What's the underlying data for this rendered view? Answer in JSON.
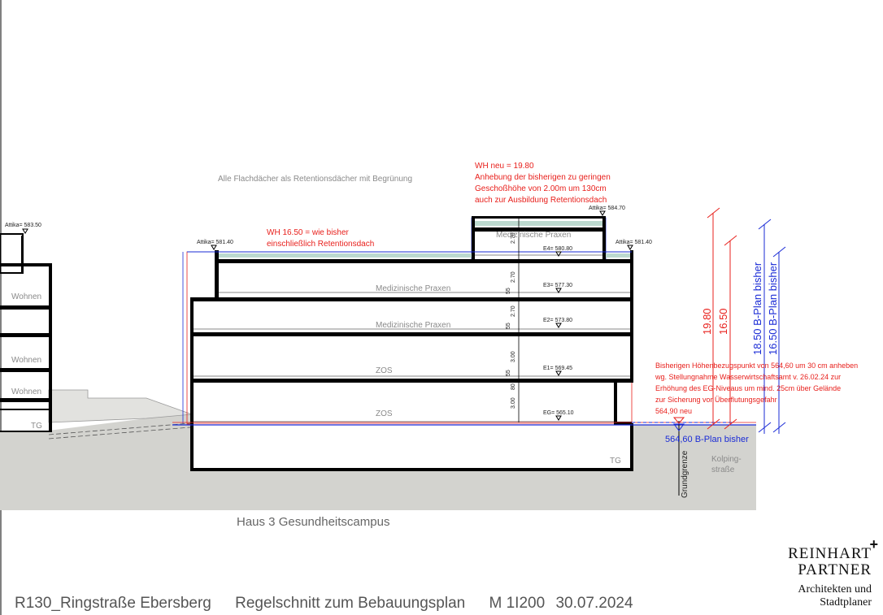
{
  "notes": {
    "roofs": "Alle Flachdächer als Retentionsdächer mit Begrünung",
    "wh_new_1": "WH neu = 19.80",
    "wh_new_2": "Anhebung der bisherigen zu geringen",
    "wh_new_3": "Geschoßhöhe von 2.00m um 130cm",
    "wh_new_4": "auch zur Ausbildung Retentionsdach",
    "wh_old_1": "WH 16.50 = wie bisher",
    "wh_old_2": "einschließlich Retentionsdach",
    "ref_1": "Bisherigen Höhenbezugspunkt von 564,60 um 30 cm anheben",
    "ref_2": "wg. Stellungnahme Wasserwirtschaftsamt v. 26.02.24 zur",
    "ref_3": "Erhöhung des EG-Niveaus um mind. 25cm über Gelände",
    "ref_4": "zur Sicherung vor Überflutungsgefahr",
    "ref_5": "564,90 neu"
  },
  "levels": {
    "attika_left": "Attika= 583.50",
    "attika_mid_left": "Attika= 581.40",
    "attika_top": "Attika= 584.70",
    "attika_right": "Attika= 581.40",
    "e4": "E4= 580.80",
    "e3": "E3= 577.30",
    "e2": "E2= 573.80",
    "e1": "E1= 569.45",
    "eg": "EG= 565.10"
  },
  "rooms": {
    "wohnen_1": "Wohnen",
    "wohnen_2": "Wohnen",
    "wohnen_3": "Wohnen",
    "tg_left": "TG",
    "praxen_top": "Medizinische Praxen",
    "praxen_3": "Medizinische Praxen",
    "praxen_2": "Medizinische Praxen",
    "zos_1": "ZOS",
    "zos_eg": "ZOS",
    "tg_main": "TG"
  },
  "dims": {
    "d1": "19.80",
    "d2": "16.50",
    "d3": "18.50 B-Plan bisher",
    "d4": "16.50 B-Plan bisher",
    "h270a": "2.70",
    "h270b": "2.70",
    "h270c": "2.70",
    "h300a": "3.00",
    "h300b": "3.00",
    "s55a": "55",
    "s55b": "55",
    "s55c": "55",
    "s80": "80",
    "bplan": "564,60  B-Plan bisher"
  },
  "site": {
    "grundgrenze": "Grundgrenze",
    "kolping_1": "Kolping-",
    "kolping_2": "straße",
    "building_title": "Haus 3 Gesundheitscampus"
  },
  "logo": {
    "line1": "REINHART",
    "line2": "PARTNER",
    "line3": "Architekten und",
    "line4": "Stadtplaner",
    "mark": "+"
  },
  "footer": {
    "project": "R130_Ringstraße Ebersberg",
    "plan": "Regelschnitt zum Bebauungsplan",
    "scale": "M 1I200",
    "date": "30.07.2024"
  },
  "colors": {
    "red": "#e8201c",
    "blue": "#1a2bd6",
    "ground": "#d3d3cf"
  }
}
